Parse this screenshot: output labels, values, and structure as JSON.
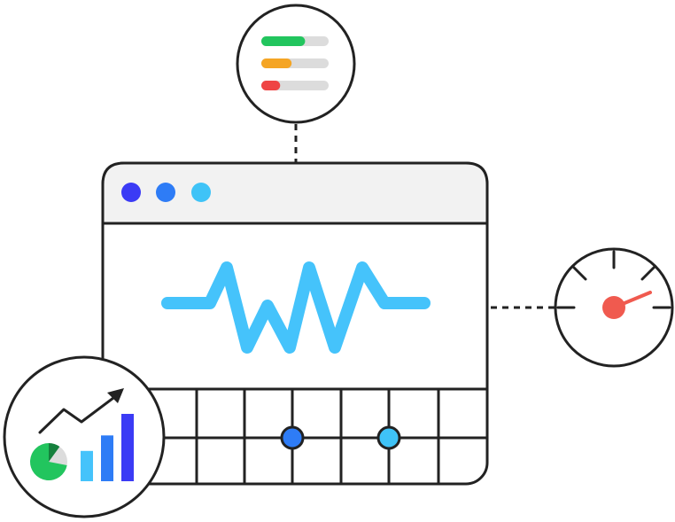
{
  "colors": {
    "stroke": "#222222",
    "chrome_fill": "#f2f2f2",
    "dot_1": "#3b3bf5",
    "dot_2": "#2e7cf6",
    "dot_3": "#3fc3f7",
    "wave": "#45c3fb",
    "grid_point_1": "#2e7cf6",
    "grid_point_2": "#3fc3f7",
    "bar_track": "#dcdcdc",
    "bar_green": "#22c55e",
    "bar_orange": "#f5a524",
    "bar_red": "#ef4444",
    "needle": "#f05a4f",
    "trend_bar_1": "#45c3fb",
    "trend_bar_2": "#2e7cf6",
    "trend_bar_3": "#3b3bf5",
    "pie_main": "#22c55e",
    "pie_dark": "#15803d",
    "pie_rest": "#dcdcdc"
  },
  "icons": {
    "status_bars": "status-bars-icon",
    "speedometer": "speedometer-icon",
    "growth_chart": "growth-chart-icon",
    "waveform": "waveform-icon"
  },
  "status_bars": [
    {
      "name": "green",
      "fill": 0.65
    },
    {
      "name": "orange",
      "fill": 0.45
    },
    {
      "name": "red",
      "fill": 0.28
    }
  ],
  "gauge": {
    "level": 0.72
  },
  "trend_bars": [
    0.45,
    0.68,
    1.0
  ],
  "pie": {
    "main": 0.72,
    "dark": 0.1
  }
}
